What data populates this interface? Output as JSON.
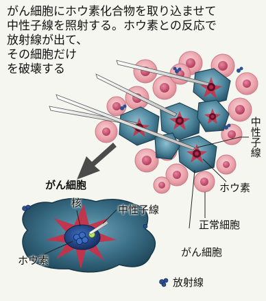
{
  "caption": {
    "line1": "がん細胞にホウ素化合物を取り込ませて",
    "line2": "中性子線を照射する。ホウ素との反応で",
    "line3": "放射線が出て、",
    "line4": "その細胞だけ",
    "line5": "を破壊する"
  },
  "labels": {
    "neutron_beam_vertical": "中性子線",
    "boron_right": "ホウ素",
    "normal_cell": "正常細胞",
    "cancer_cell_bottom": "がん細胞",
    "cancer_cell_zoom": "がん細胞",
    "nucleus": "核",
    "neutron_beam_zoom": "中性子線",
    "boron_zoom": "ホウ素",
    "radiation": "放射線"
  },
  "colors": {
    "background": "#f4f6ef",
    "normal_cell": "#eba2ab",
    "normal_cell_core": "#c64e6c",
    "cancer_cell": "#2d5e74",
    "cancer_cell_light": "#5b93a8",
    "burst": "#cc2d45",
    "neutron_beam": "#d9d9d9",
    "boron": "#2b4f8f",
    "arrow": "#4b4b4b"
  }
}
